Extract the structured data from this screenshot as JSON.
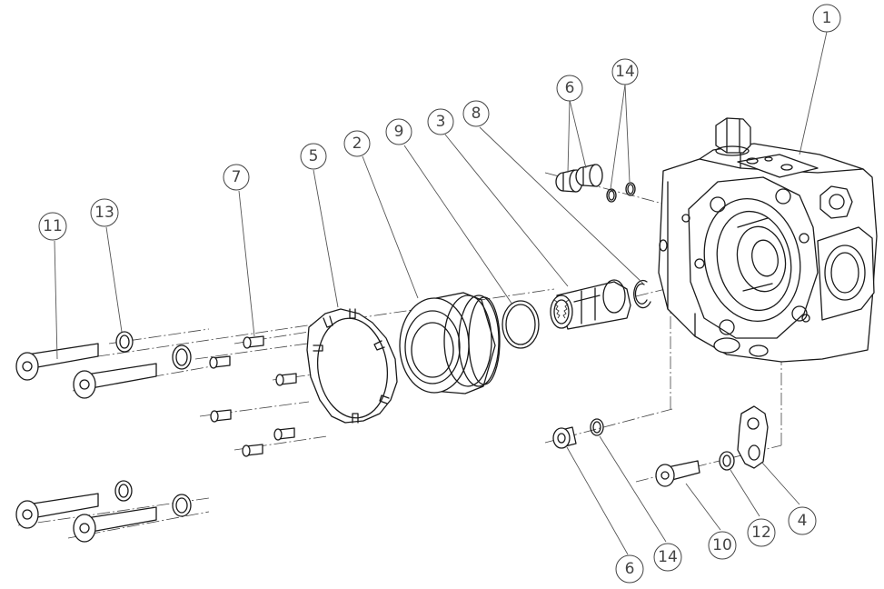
{
  "diagram": {
    "callouts": [
      {
        "id": "c1",
        "label": "1"
      },
      {
        "id": "c6a",
        "label": "6"
      },
      {
        "id": "c14a",
        "label": "14"
      },
      {
        "id": "c8",
        "label": "8"
      },
      {
        "id": "c3",
        "label": "3"
      },
      {
        "id": "c9",
        "label": "9"
      },
      {
        "id": "c2",
        "label": "2"
      },
      {
        "id": "c5",
        "label": "5"
      },
      {
        "id": "c7",
        "label": "7"
      },
      {
        "id": "c13",
        "label": "13"
      },
      {
        "id": "c11",
        "label": "11"
      },
      {
        "id": "c4",
        "label": "4"
      },
      {
        "id": "c12",
        "label": "12"
      },
      {
        "id": "c10",
        "label": "10"
      },
      {
        "id": "c14b",
        "label": "14"
      },
      {
        "id": "c6b",
        "label": "6"
      }
    ]
  }
}
